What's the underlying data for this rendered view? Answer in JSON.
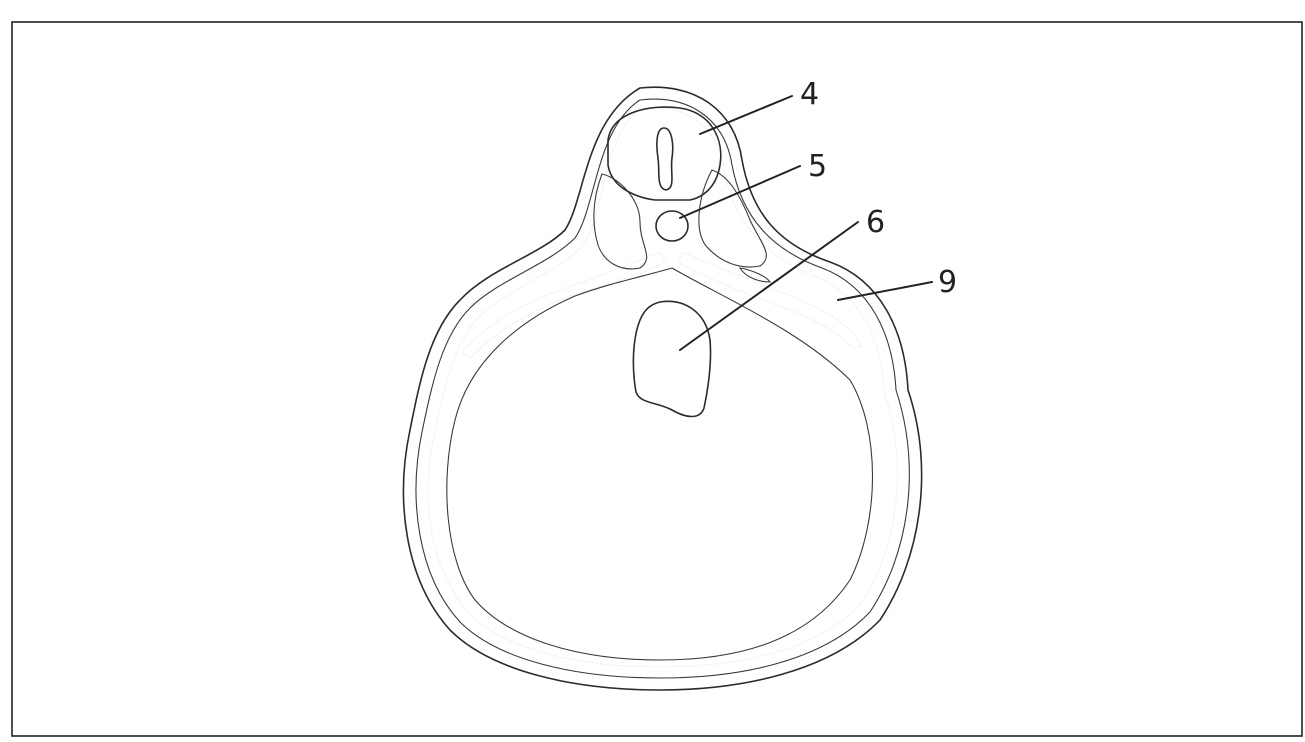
{
  "figure": {
    "labels": [
      {
        "id": "label-4",
        "text": "4"
      },
      {
        "id": "label-5",
        "text": "5"
      },
      {
        "id": "label-6",
        "text": "6"
      },
      {
        "id": "label-9",
        "text": "9"
      }
    ]
  },
  "colors": {
    "outline": "#2b2b2b",
    "shading": "#bdbdbd",
    "paper": "#ffffff"
  }
}
